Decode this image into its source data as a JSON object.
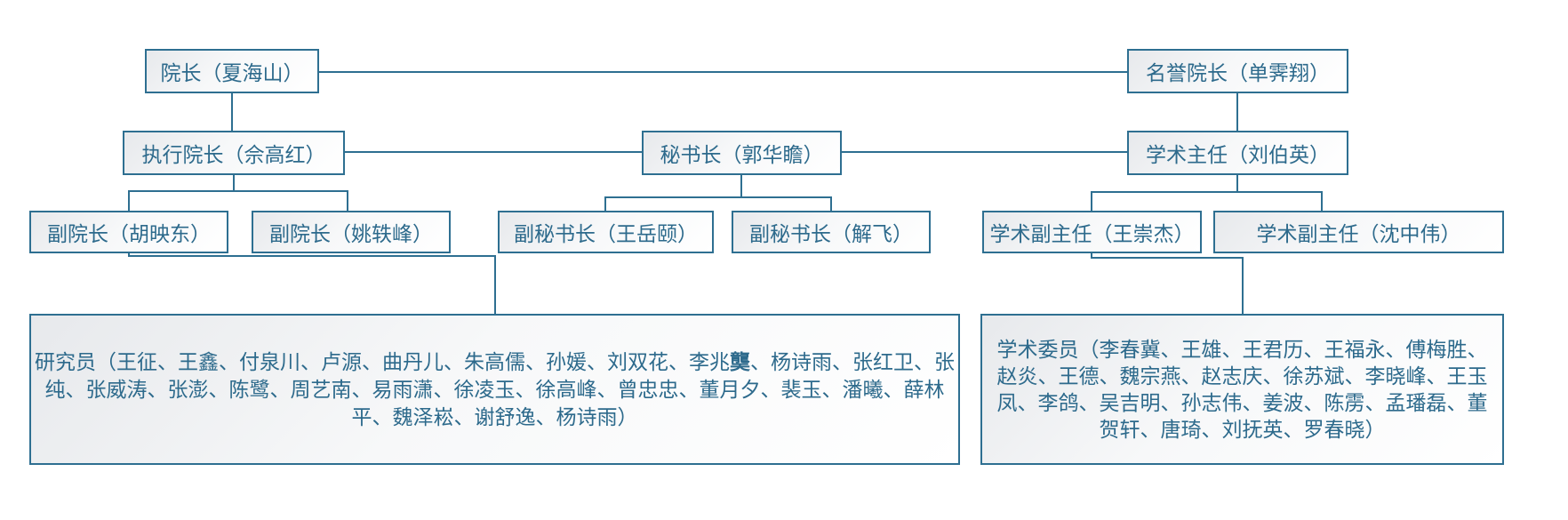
{
  "diagram": {
    "type": "org-chart",
    "colors": {
      "border": "#2e6f91",
      "text": "#2d6a8c",
      "line": "#2e6f91",
      "box_fill_top": "#e7e9ec",
      "box_fill_bottom": "#ffffff",
      "background": "#ffffff"
    }
  },
  "nodes": {
    "dean": {
      "label": "院长（夏海山）"
    },
    "honorary_dean": {
      "label": "名誉院长（单霁翔）"
    },
    "executive_dean": {
      "label": "执行院长（佘高红）"
    },
    "secretary_general": {
      "label": "秘书长（郭华瞻）"
    },
    "academic_director": {
      "label": "学术主任（刘伯英）"
    },
    "vice_dean_1": {
      "label": "副院长（胡映东）"
    },
    "vice_dean_2": {
      "label": "副院长（姚轶峰）"
    },
    "deputy_secretary_1": {
      "label": "副秘书长（王岳颐）"
    },
    "deputy_secretary_2": {
      "label": "副秘书长（解飞）"
    },
    "academic_deputy_1": {
      "label": "学术副主任（王崇杰）"
    },
    "academic_deputy_2": {
      "label": "学术副主任（沈中伟）"
    },
    "researchers": {
      "label_before": "研究员（王征、王鑫、付泉川、卢源、曲丹儿、朱高儒、孙媛、刘双花、李兆",
      "rare_char": "龑",
      "label_after": "、杨诗雨、张红卫、张纯、张威涛、张澎、陈鹭、周艺南、易雨潇、徐凌玉、徐高峰、曾忠忠、董月夕、裴玉、潘曦、薛林平、魏泽崧、谢舒逸、杨诗雨）"
    },
    "academic_committee": {
      "label": "学术委员（李春冀、王雄、王君历、王福永、傅梅胜、赵炎、王德、魏宗燕、赵志庆、徐苏斌、李晓峰、王玉凤、李鸽、吴吉明、孙志伟、姜波、陈雳、孟璠磊、董贺轩、唐琦、刘抚英、罗春晓）"
    }
  }
}
